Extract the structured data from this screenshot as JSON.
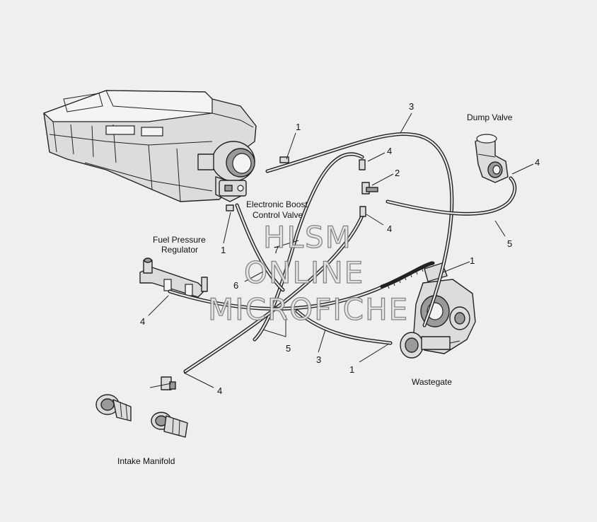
{
  "labels": {
    "dump_valve": "Dump Valve",
    "electronic_boost_line1": "Electronic Boost",
    "electronic_boost_line2": "Control Valve",
    "fuel_pressure_line1": "Fuel Pressure",
    "fuel_pressure_line2": "Regulator",
    "wastegate": "Wastegate",
    "intake_manifold": "Intake Manifold"
  },
  "callouts": {
    "c1_top": "1",
    "c3_top": "3",
    "c4_upper": "4",
    "c2": "2",
    "c4_mid": "4",
    "c4_dump": "4",
    "c5_right": "5",
    "c1_left": "1",
    "c7": "7",
    "c6": "6",
    "c1_turbo": "1",
    "c4_rail": "4",
    "c5_bottom": "5",
    "c3_bottom": "3",
    "c1_bottom": "1",
    "c4_bottom": "4"
  },
  "watermark": {
    "line1": "HLSM",
    "line2": "ONLINE",
    "line3": "MICROFICHE"
  }
}
